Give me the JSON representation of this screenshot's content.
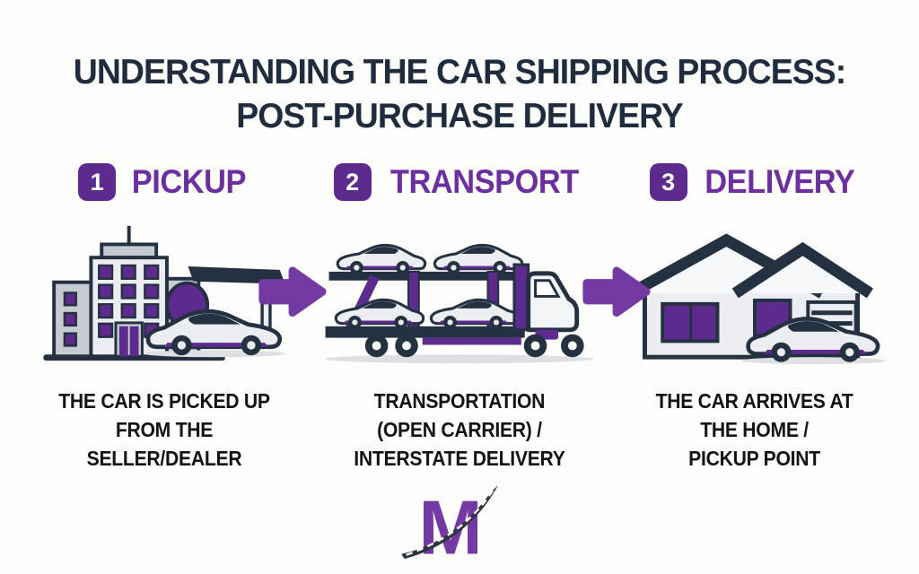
{
  "title": "UNDERSTANDING THE CAR SHIPPING PROCESS:\nPOST-PURCHASE DELIVERY",
  "colors": {
    "background": "#FDFDFB",
    "title_navy": "#1F2C3D",
    "purple_primary": "#5D2B8E",
    "purple_header": "#6B2F9E",
    "purple_accent": "#7439A3",
    "outline_dark": "#233140",
    "light_gray": "#EBEDF0",
    "mid_gray": "#C6CBD2",
    "caption_black": "#141414"
  },
  "steps": [
    {
      "number": "1",
      "label": "PICKUP",
      "icon": "dealership-building-with-car-icon",
      "caption": "THE CAR IS PICKED UP\nFROM THE\nSELLER/DEALER"
    },
    {
      "number": "2",
      "label": "TRANSPORT",
      "icon": "car-carrier-truck-icon",
      "caption": "TRANSPORTATION\n(OPEN CARRIER) /\nINTERSTATE DELIVERY"
    },
    {
      "number": "3",
      "label": "DELIVERY",
      "icon": "house-with-car-icon",
      "caption": "THE CAR ARRIVES AT\nTHE HOME /\nPICKUP POINT"
    }
  ],
  "arrows": [
    {
      "icon": "arrow-right-icon"
    },
    {
      "icon": "arrow-right-icon"
    }
  ],
  "logo": {
    "letter": "M",
    "icon": "logo-m-with-road-swoosh-icon"
  }
}
